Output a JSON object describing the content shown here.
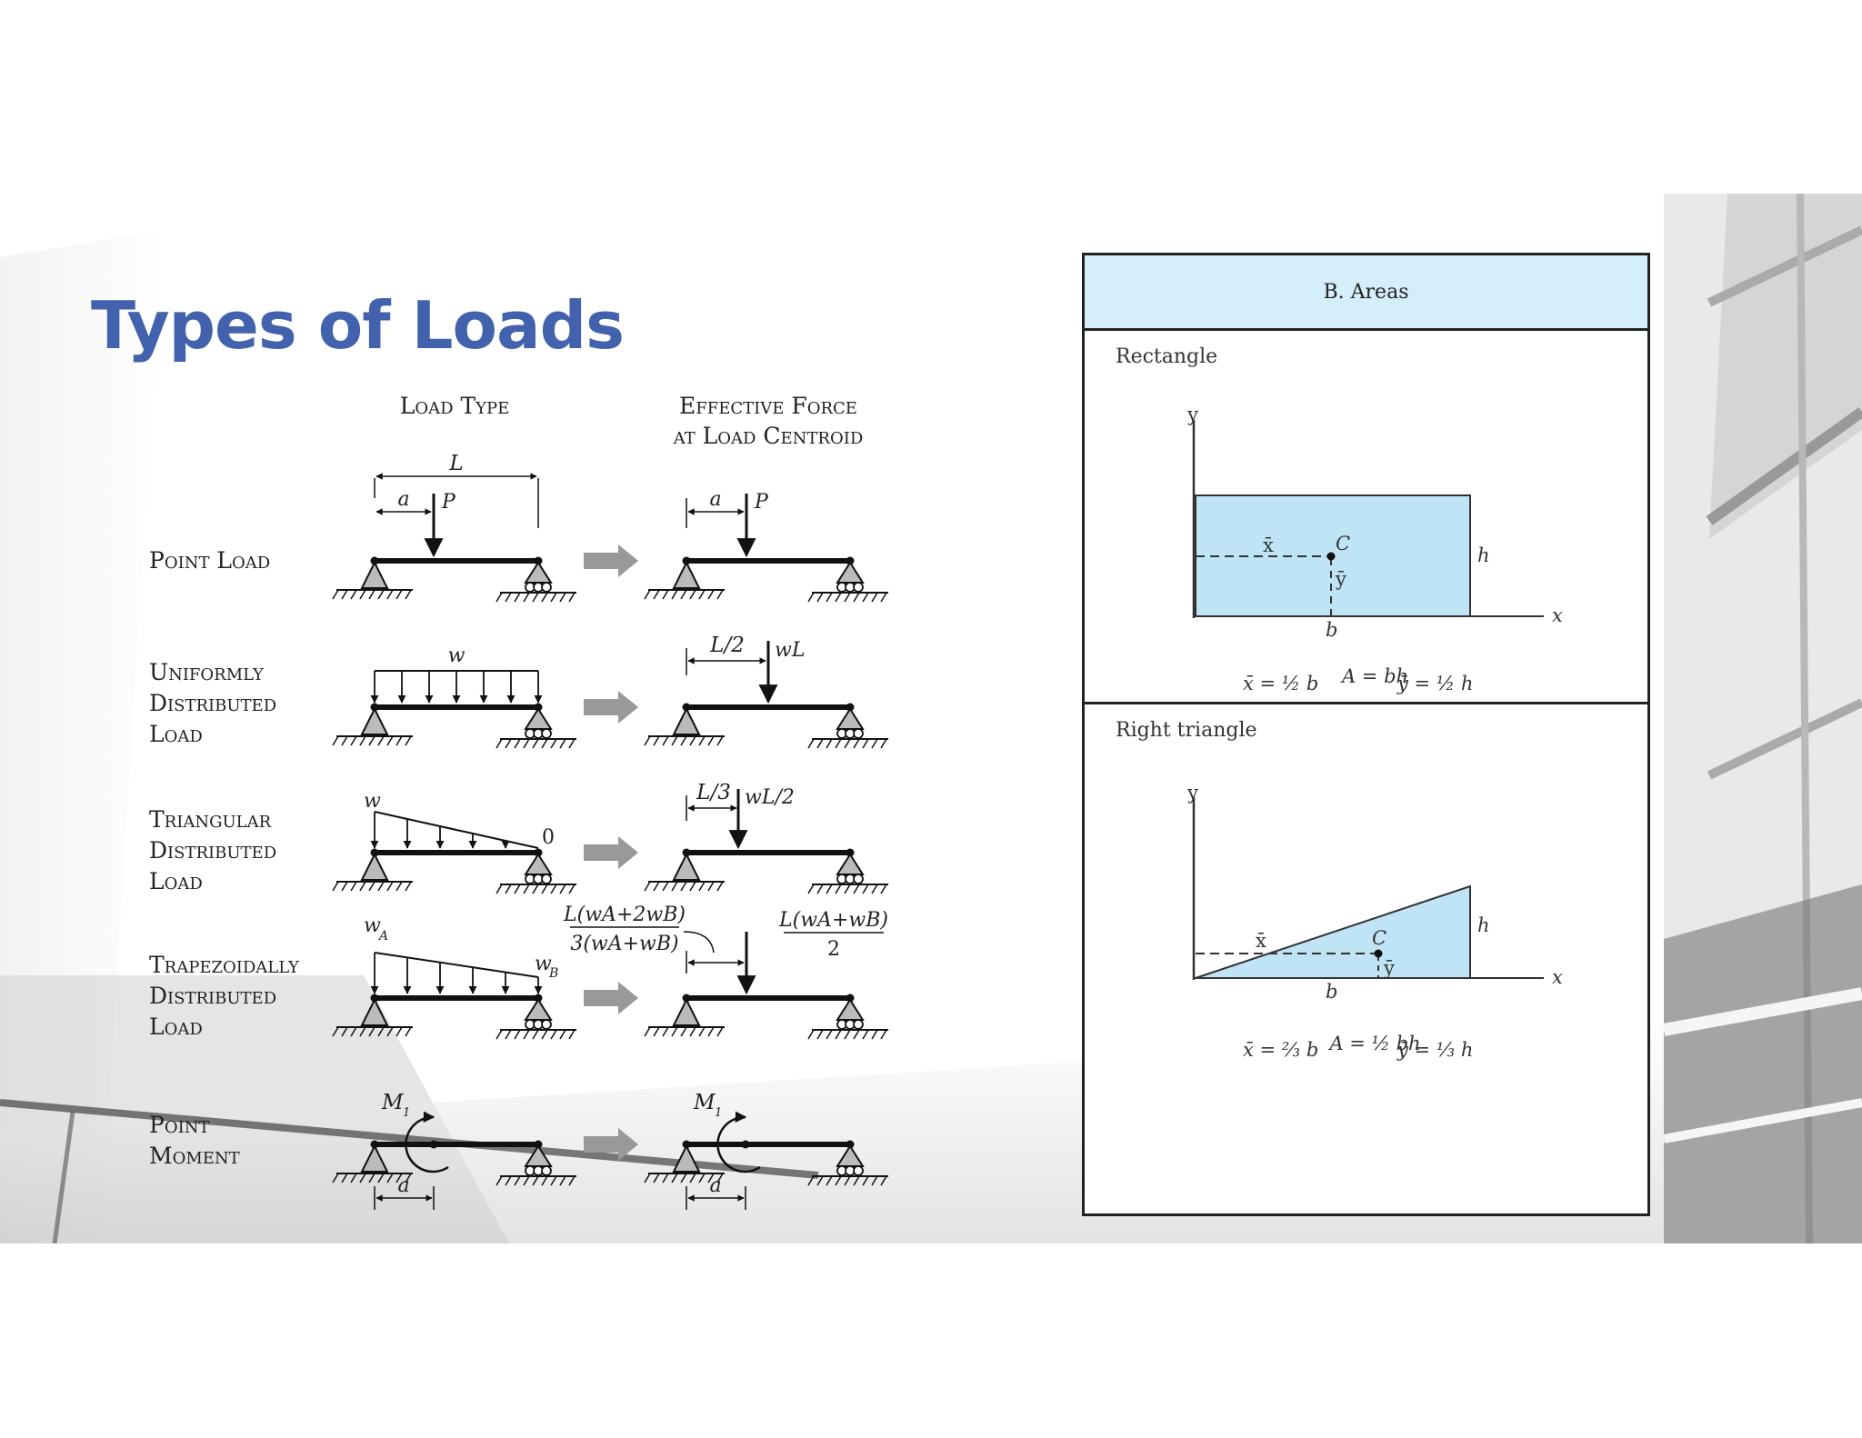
{
  "title": "Types of Loads",
  "columns": {
    "load_type": "Load Type",
    "effective_line1": "Effective Force",
    "effective_line2": "at Load Centroid"
  },
  "rows": {
    "point_load": {
      "line1": "Point Load"
    },
    "udl": {
      "line1": "Uniformly",
      "line2": "Distributed",
      "line3": "Load"
    },
    "triangular": {
      "line1": "Triangular",
      "line2": "Distributed",
      "line3": "Load"
    },
    "trapezoidal": {
      "line1": "Trapezoidally",
      "line2": "Distributed",
      "line3": "Load"
    },
    "moment": {
      "line1": "Point",
      "line2": "Moment"
    }
  },
  "symbols": {
    "L": "L",
    "a": "a",
    "P": "P",
    "w": "w",
    "zero": "0",
    "L_half": "L/2",
    "wL": "wL",
    "L_third": "L/3",
    "wL_half": "wL/2",
    "wA": "w",
    "wA_sub": "A",
    "wB": "w",
    "wB_sub": "B",
    "trap_num": "L(wA+2wB)",
    "trap_den": "3(wA+wB)",
    "trap_force_num": "L(wA+wB)",
    "trap_force_den": "2",
    "M": "M",
    "M_sub": "1"
  },
  "table": {
    "header": "B. Areas",
    "rectangle": {
      "label": "Rectangle",
      "y": "y",
      "x": "x",
      "C": "C",
      "h": "h",
      "b": "b",
      "xbar_lbl": "x̄",
      "ybar_lbl": "ȳ",
      "f_xbar": "x̄ = ½ b",
      "f_ybar": "ȳ = ½ h",
      "f_area": "A = bh"
    },
    "triangle": {
      "label": "Right triangle",
      "y": "y",
      "x": "x",
      "C": "C",
      "h": "h",
      "b": "b",
      "xbar_lbl": "x̄",
      "ybar_lbl": "ȳ",
      "f_xbar": "x̄ = ⅔ b",
      "f_ybar": "ȳ = ⅓ h",
      "f_area": "A = ½ bh"
    }
  },
  "colors": {
    "title": "#4262ad",
    "area_fill": "#bfe4f5",
    "header_fill": "#d4eefa",
    "arrow_gray": "#999999"
  }
}
